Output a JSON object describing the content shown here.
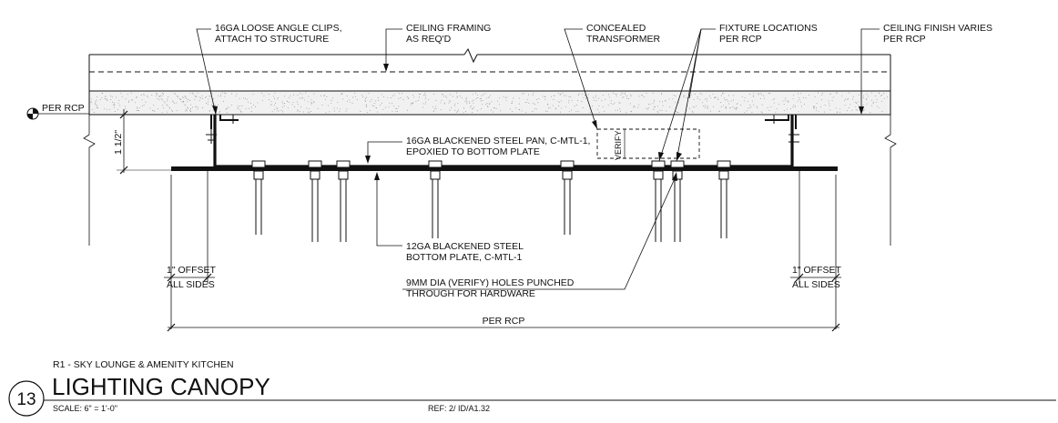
{
  "notes": {
    "angle_clips": [
      "16GA LOOSE ANGLE CLIPS,",
      "ATTACH TO STRUCTURE"
    ],
    "ceiling_framing": [
      "CEILING FRAMING",
      "AS REQ'D"
    ],
    "transformer": [
      "CONCEALED",
      "TRANSFORMER"
    ],
    "fixture_locations": [
      "FIXTURE LOCATIONS",
      "PER RCP"
    ],
    "ceiling_finish": [
      "CEILING FINISH VARIES",
      "PER RCP"
    ],
    "per_rcp_marker": "PER RCP",
    "steel_pan": [
      "16GA BLACKENED STEEL PAN, C-MTL-1,",
      "EPOXIED TO BOTTOM PLATE"
    ],
    "verify": "VERIFY",
    "dimension_height": "1 1/2\"",
    "bottom_plate": [
      "12GA BLACKENED STEEL",
      "BOTTOM PLATE, C-MTL-1"
    ],
    "holes": [
      "9MM DIA (VERIFY) HOLES PUNCHED",
      "THROUGH FOR HARDWARE"
    ],
    "offset_left": [
      "1\" OFFSET",
      "ALL SIDES"
    ],
    "offset_right": [
      "1\" OFFSET",
      "ALL SIDES"
    ],
    "width_dimension": "PER RCP"
  },
  "title_block": {
    "number": "13",
    "subtitle": "R1 - SKY LOUNGE & AMENITY KITCHEN",
    "title": "LIGHTING CANOPY",
    "scale": "SCALE:  6\" = 1'-0\"",
    "reference": "REF: 2/ ID/A1.32"
  },
  "colors": {
    "line": "#111111",
    "background": "#ffffff",
    "hatch": "#888888"
  }
}
